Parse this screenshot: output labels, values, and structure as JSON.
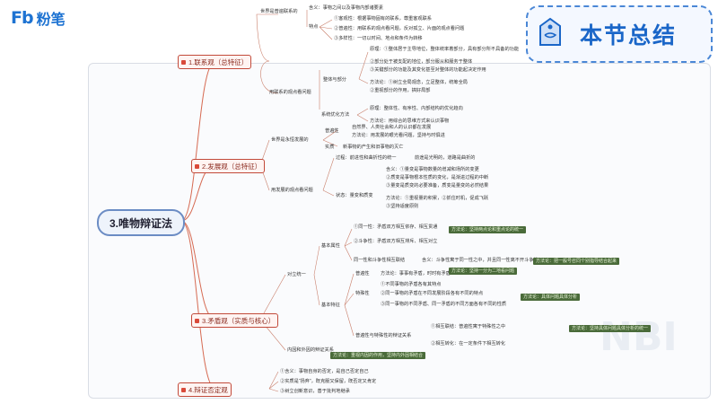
{
  "brand": {
    "logo_text": "Fb",
    "name": "粉笔"
  },
  "badge": {
    "title": "本节总结",
    "icon": "price-tag-icon"
  },
  "root": "3.唯物辩证法",
  "categories": [
    {
      "label": "1.联系观（总特征）"
    },
    {
      "label": "2.发展观（总特征）"
    },
    {
      "label": "3.矛盾观（实质与核心）"
    },
    {
      "label": "4.辩证否定观"
    }
  ],
  "lian_xi": {
    "n1": "世界是普遍联系的",
    "n1a": "含义：事物之间以及事物内部诸要素",
    "n1b": "特点",
    "n1b1": "①客观性：根据事物固有的联系，尊重客观联系",
    "n1b2": "②普遍性：用联系的观点看问题，反对孤立、片面的观点看问题",
    "n1b3": "③多样性：一切以时间、地点和条件为转移",
    "n2": "用联系的观点看问题",
    "n2a": "整体与部分",
    "n2a1": "原理：①整体居于主导地位，整体统率着部分，具有部分所不具备的功能",
    "n2a2": "②部分处于被支配的地位，部分服从和服务于整体",
    "n2a3": "③关键部分的功能及其变化甚至对整体的功能起决定作用",
    "n2a4": "方法论：①树立全局观念，立足整体，统筹全局",
    "n2a5": "②重视部分的作用，搞好局部",
    "n2b": "系统优化方法",
    "n2b1": "原理：整体性、有序性、内部结构的优化趋向",
    "n2b2": "方法论：用综合的思维方式来认识事物"
  },
  "fa_zhan": {
    "n1": "世界是永恒发展的",
    "n1a": "普遍性",
    "n1a1": "自然界、人类社会和人的认识都在发展",
    "n1a2": "方法论：用发展的眼光看问题，坚持与时俱进",
    "n1b": "实质",
    "n1b1": "新事物的产生和旧事物的灭亡",
    "n2": "用发展的观点看问题",
    "n2a": "过程：前进性和曲折性的统一",
    "n2a1": "前途是光明的，道路是曲折的",
    "n2b": "状态：量变和质变",
    "n2b1": "含义：①量变是事物数量的增减和场所的变更",
    "n2b2": "②质变是事物根本性质的变化，是渐进过程的中断",
    "n2b3": "③量变是质变的必要准备，质变是量变的必然结果",
    "n2b4": "方法论：①重视量的积累，②抓住时机，促成飞跃",
    "n2b5": "③坚持适度原则"
  },
  "mao_dun": {
    "n1": "对立统一",
    "n1a": "基本属性",
    "n1a1": "①同一性：矛盾双方相互依存、相互贯通",
    "n1a2": "②斗争性：矛盾双方相互排斥、相互对立",
    "n1a3": "同一性和斗争性相互联结",
    "n1a4": "含义：斗争性寓于同一性之中，并且同一性离不开斗争性",
    "n1b": "普遍性",
    "n1b1": "方法论：事事有矛盾，时时有矛盾",
    "n1c": "基本特征",
    "n1c1": "特殊性",
    "n1c2": "①不同事物的矛盾各有其特点",
    "n1c3": "②同一事物的矛盾在不同发展阶段各有不同的特点",
    "n1c4": "③同一事物的不同矛盾、同一矛盾的不同方面各有不同的性质",
    "n1d": "普遍性与特殊性的辩证关系",
    "n1d1": "①相互联结：普遍性寓于特殊性之中",
    "n1d2": "②相互转化：在一定条件下相互转化",
    "n2": "内因和外因的辩证关系",
    "notes": [
      "方法论：坚持两点论和重点论的统一",
      "方法论：坚持一分为二地看问题",
      "方法论：具体问题具体分析",
      "方法论：把一般号召同个别指导结合起来",
      "方法论：坚持具体问题具体分析的统一",
      "方法论：重视内因的作用，坚持内外因相结合"
    ]
  },
  "fou_ding": {
    "n1": "①含义：事物自身的否定，是自己否定自己",
    "n2": "②实质是“扬弃”，既克服又保留，既否定又肯定",
    "n3": "③树立创新意识，善于批判地继承"
  }
}
